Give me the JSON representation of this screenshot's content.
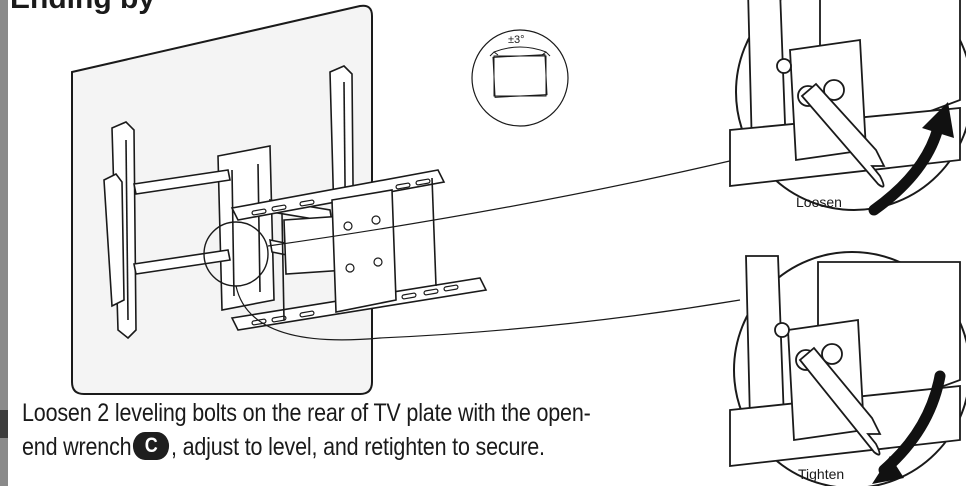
{
  "header": {
    "title_fragment": "Ending by"
  },
  "instruction": {
    "line1": "Loosen 2 leveling bolts on the rear of TV plate with the open-",
    "line2_before": "end wrench",
    "badge": "C",
    "line2_after": ", adjust to level, and retighten to secure."
  },
  "angle_indicator": {
    "label": "±3°"
  },
  "callouts": {
    "loosen": {
      "label": "Loosen"
    },
    "tighten": {
      "label": "Tighten"
    }
  },
  "colors": {
    "ink": "#1a1a1a",
    "page": "#ffffff",
    "tv_face": "#f2f2f2",
    "badge": "#1e1e1e",
    "strip": "#8a8a8a"
  }
}
